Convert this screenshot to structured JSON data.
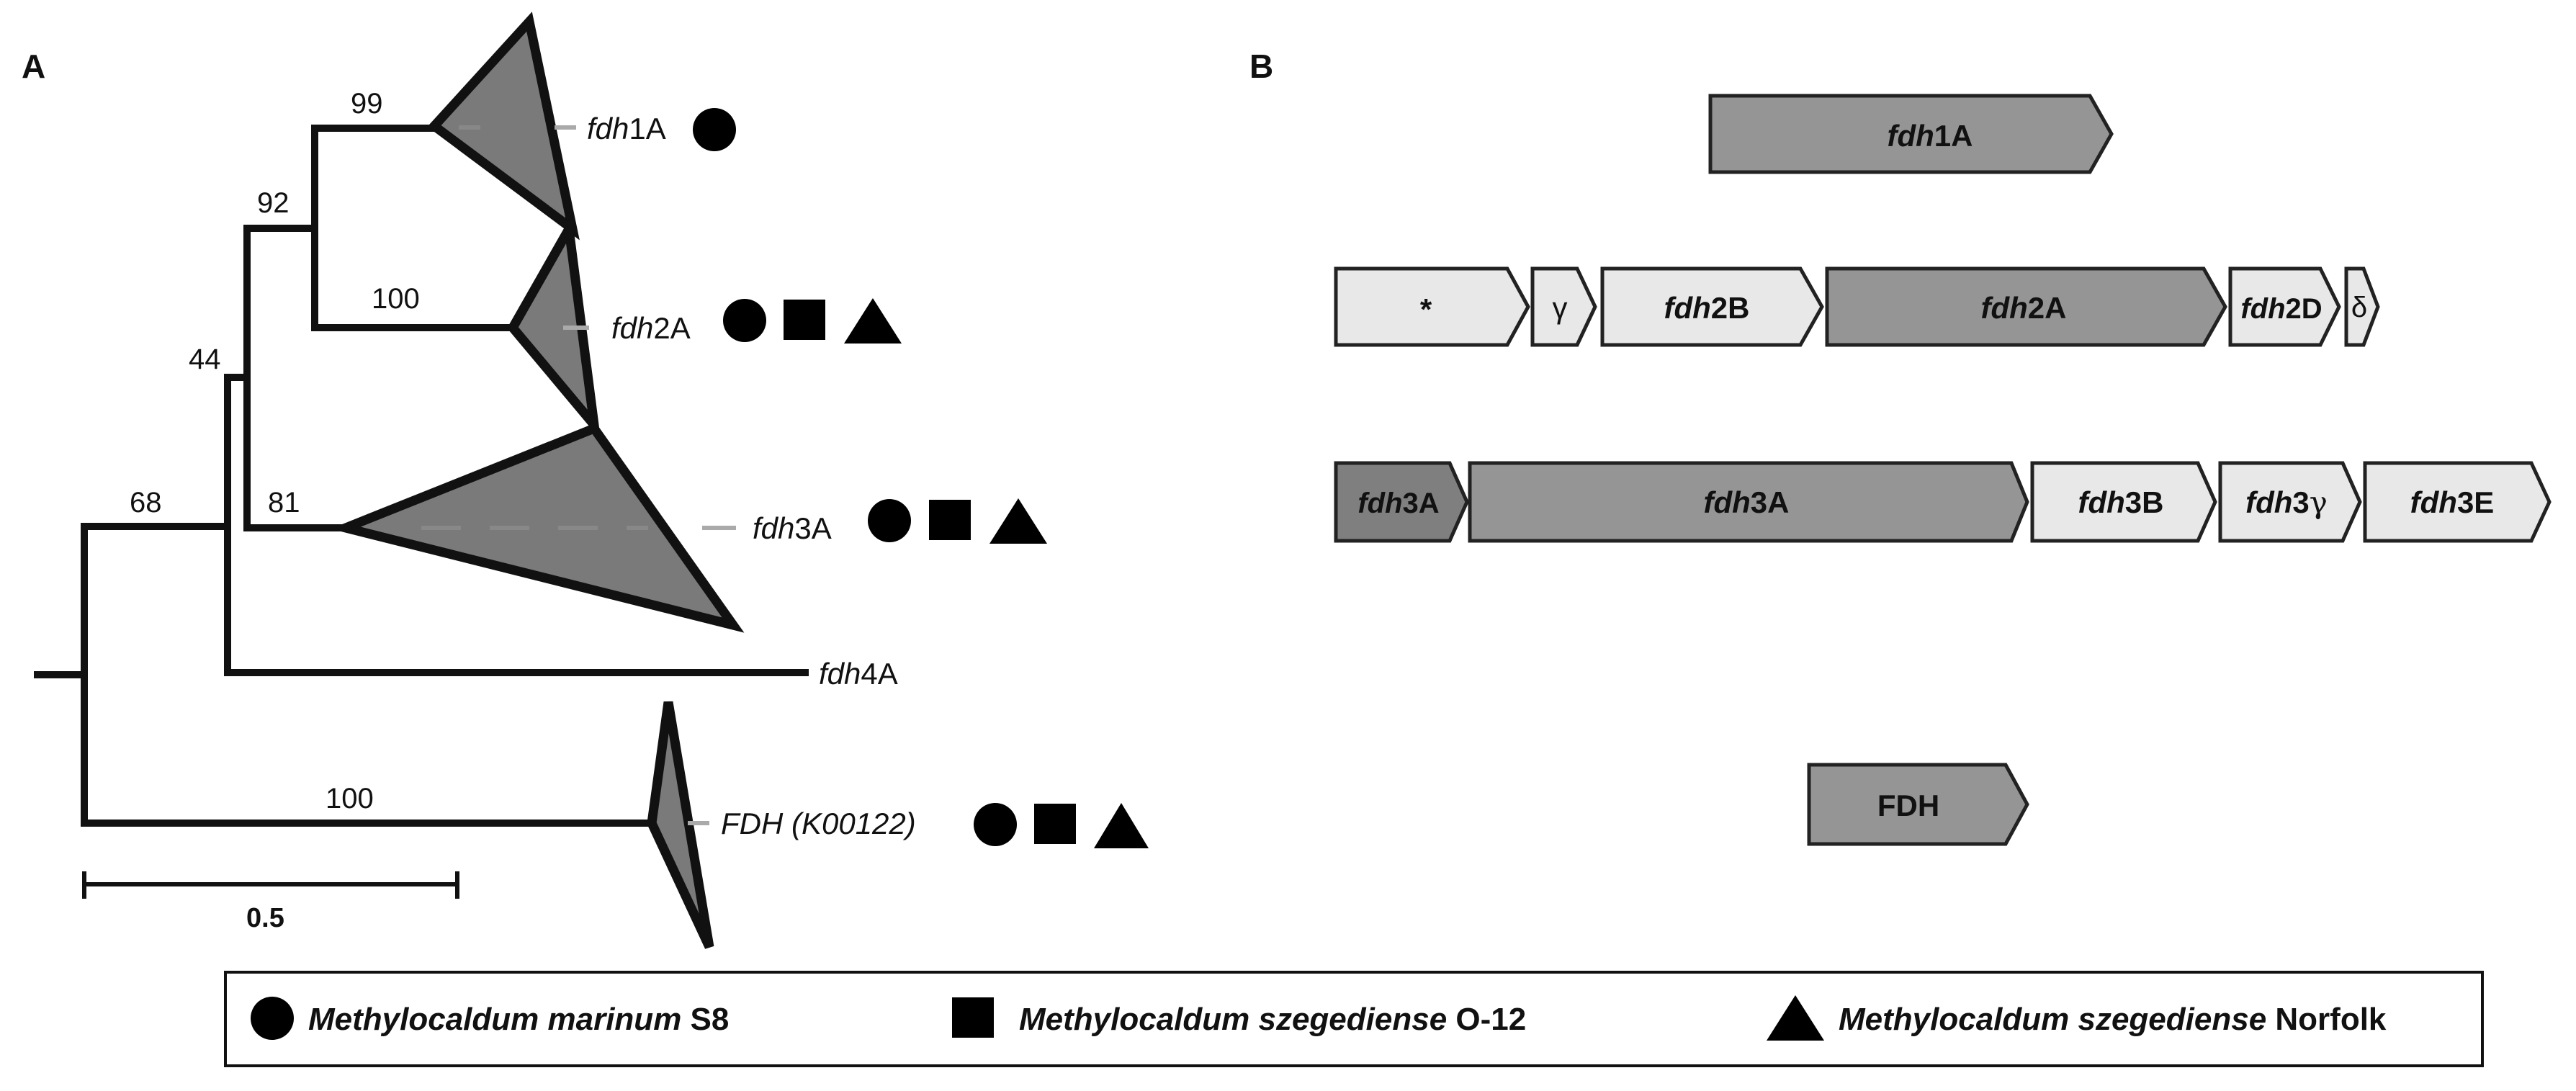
{
  "panel_labels": {
    "a": "A",
    "b": "B"
  },
  "tree": {
    "bootstrap": {
      "n99": "99",
      "n92": "92",
      "n100_fdh2": "100",
      "n44": "44",
      "n68": "68",
      "n81": "81",
      "n100_fdh": "100"
    },
    "clades": {
      "fdh1A": {
        "prefix": "fdh",
        "suffix": "1A"
      },
      "fdh2A": {
        "prefix": "fdh",
        "suffix": "2A"
      },
      "fdh3A": {
        "prefix": "fdh",
        "suffix": "3A"
      },
      "fdh4A": {
        "prefix": "fdh",
        "suffix": "4A"
      },
      "FDH": {
        "text": "FDH (K00122)"
      }
    },
    "scale_bar_label": "0.5"
  },
  "genes": {
    "fdh1A": {
      "prefix": "fdh",
      "suffix": "1A"
    },
    "row2": {
      "star": "*",
      "gamma": "γ",
      "fdh2B": {
        "prefix": "fdh",
        "suffix": "2B"
      },
      "fdh2A": {
        "prefix": "fdh",
        "suffix": "2A"
      },
      "fdh2D": {
        "prefix": "fdh",
        "suffix": "2D"
      },
      "delta": "δ"
    },
    "row3": {
      "fdh3A_small": {
        "prefix": "fdh",
        "suffix": "3A"
      },
      "fdh3A": {
        "prefix": "fdh",
        "suffix": "3A"
      },
      "fdh3B": {
        "prefix": "fdh",
        "suffix": "3B"
      },
      "fdh3g": {
        "prefix": "fdh",
        "suffix": "3",
        "greek": "γ"
      },
      "fdh3E": {
        "prefix": "fdh",
        "suffix": "3E"
      }
    },
    "FDH": "FDH"
  },
  "legend": [
    {
      "symbol": "circle",
      "genus": "Methylocaldum marinum",
      "strain": " S8"
    },
    {
      "symbol": "square",
      "genus": "Methylocaldum szegediense",
      "strain": " O-12"
    },
    {
      "symbol": "triangle",
      "genus": "Methylocaldum szegediense",
      "strain": " Norfolk"
    }
  ],
  "colors": {
    "dark_fill": "#7a7a7a",
    "gene_dark": "#959595",
    "gene_light": "#e8e8e8",
    "line": "#111111",
    "dash": "#999999"
  }
}
